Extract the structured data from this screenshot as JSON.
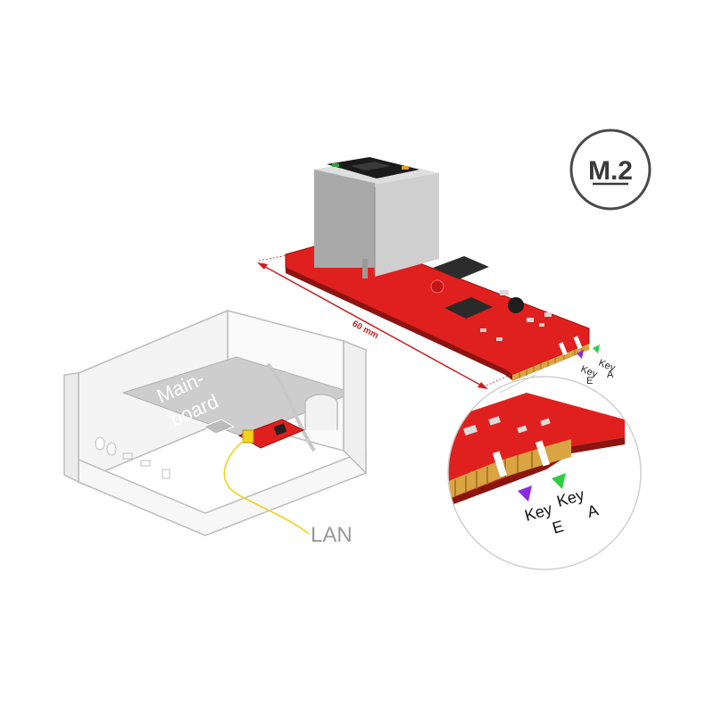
{
  "badge": {
    "label": "M.2"
  },
  "dimension": {
    "label": "60 mm",
    "color": "#cc1f1f"
  },
  "keys": {
    "key_e": {
      "word": "Key",
      "letter": "E",
      "marker_color": "#8a2be2"
    },
    "key_a": {
      "word": "Key",
      "letter": "A",
      "marker_color": "#2ecc40"
    }
  },
  "mainboard": {
    "line1": "Main-",
    "line2": "board"
  },
  "cable": {
    "label": "LAN",
    "color": "#f2d21b"
  },
  "colors": {
    "pcb": "#e0201e",
    "gold": "#d9a441",
    "rj45_metal": "#b8b8b8"
  }
}
